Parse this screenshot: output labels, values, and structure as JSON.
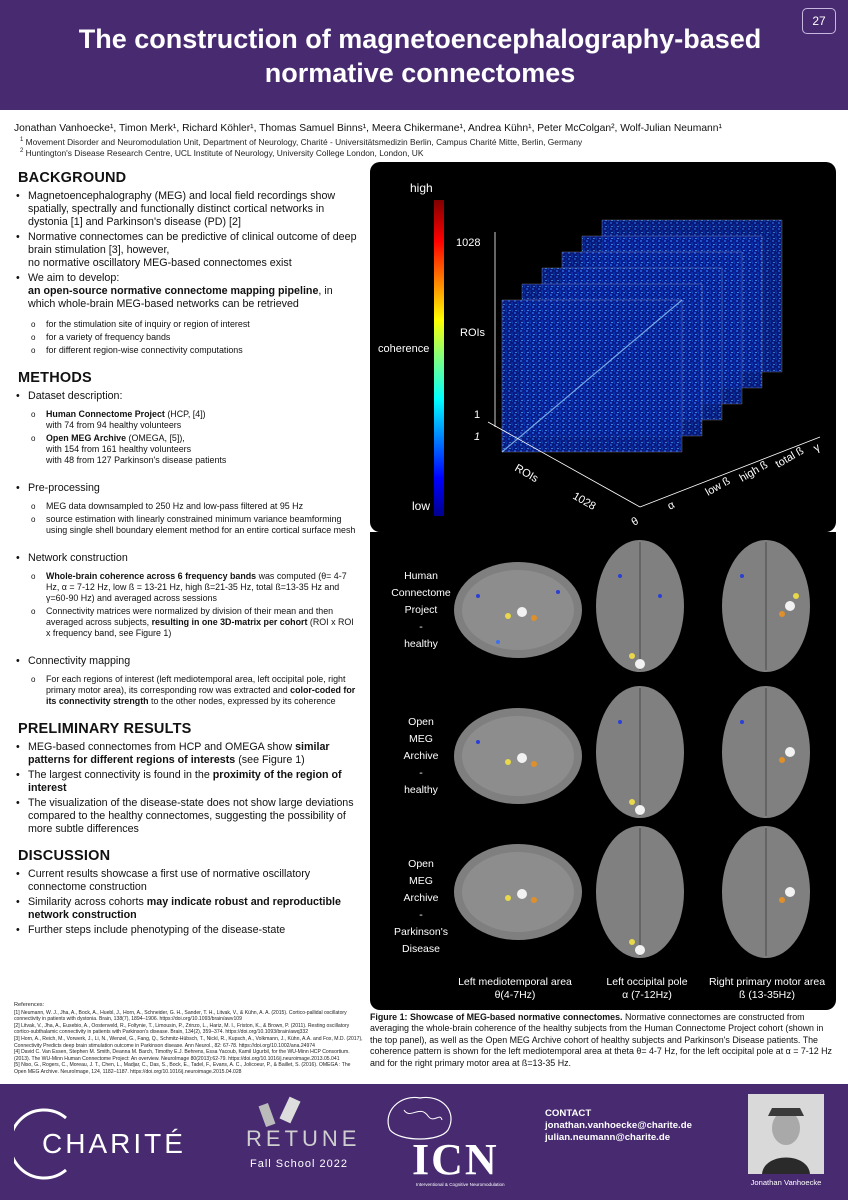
{
  "header": {
    "title": "The construction of magnetoencephalography-based normative connectomes",
    "number": "27"
  },
  "authors": {
    "line": "Jonathan Vanhoecke¹, Timon Merk¹, Richard Köhler¹, Thomas Samuel Binns¹, Meera Chikermane¹, Andrea Kühn¹, Peter McColgan², Wolf-Julian Neumann¹",
    "affiliations": [
      {
        "num": "1",
        "text": "Movement Disorder and Neuromodulation Unit, Department of Neurology, Charité - Universitätsmedizin Berlin, Campus Charité Mitte, Berlin, Germany"
      },
      {
        "num": "2",
        "text": "Huntington's Disease Research Centre, UCL Institute of Neurology, University College London, London, UK"
      }
    ]
  },
  "background": {
    "title": "BACKGROUND",
    "b1": "Magnetoencephalography (MEG) and local field recordings show spatially, spectrally and functionally distinct cortical networks in dystonia [1] and Parkinson's disease (PD) [2]",
    "b2_a": "Normative connectomes can be predictive of clinical outcome of deep brain stimulation [3], however,",
    "b2_b": "no normative oscillatory MEG-based connectomes exist",
    "b3_a": "We aim to develop:",
    "b3_bold": "an open-source normative connectome mapping pipeline",
    "b3_c": ", in which whole-brain MEG-based networks can be retrieved",
    "subs": [
      "for the stimulation site of inquiry or region of interest",
      "for a variety of frequency bands",
      "for different region-wise connectivity computations"
    ]
  },
  "methods": {
    "title": "METHODS",
    "dataset_title": "Dataset description:",
    "hcp_bold": "Human Connectome Project",
    "hcp_rest": " (HCP, [4])",
    "hcp_line2": "with 74 from 94 healthy volunteers",
    "omega_bold": "Open MEG Archive",
    "omega_rest": " (OMEGA, [5]),",
    "omega_line2": "with 154 from 161 healthy volunteers",
    "omega_line3": "with 48 from 127 Parkinson's disease patients",
    "pre_title": "Pre-processing",
    "pre_subs": [
      "MEG data downsampled to 250 Hz and low-pass filtered at 95 Hz",
      "source estimation with linearly constrained minimum variance beamforming using single shell boundary element method for an entire cortical surface mesh"
    ],
    "net_title": "Network construction",
    "net_s1_bold": "Whole-brain coherence across 6 frequency bands",
    "net_s1_rest": " was computed (θ= 4-7 Hz, α = 7-12 Hz, low ß = 13-21 Hz, high ß=21-35 Hz, total ß=13-35 Hz and γ=60-90 Hz) and averaged across sessions",
    "net_s2_a": "Connectivity matrices were normalized by division of their mean and then averaged across subjects, ",
    "net_s2_bold": "resulting in one 3D-matrix per cohort",
    "net_s2_c": " (ROI x ROI x frequency band, see Figure 1)",
    "map_title": "Connectivity mapping",
    "map_s1_a": "For each regions of interest (left mediotemporal area, left occipital pole, right primary motor area), its corresponding row was extracted and ",
    "map_s1_bold": "color-coded for its connectivity strength",
    "map_s1_c": " to the other nodes, expressed by its coherence"
  },
  "results": {
    "title": "PRELIMINARY RESULTS",
    "b1_a": "MEG-based connectomes from HCP and OMEGA show ",
    "b1_bold": "similar patterns for different regions of interests",
    "b1_c": " (see Figure 1)",
    "b2_a": "The largest connectivity is found in the ",
    "b2_bold": "proximity of the region of interest",
    "b3": "The visualization of the disease-state does not show large deviations compared to the healthy connectomes, suggesting the possibility of more subtle differences"
  },
  "discussion": {
    "title": "DISCUSSION",
    "b1": "Current results showcase a first use of normative oscillatory connectome construction",
    "b2_a": "Similarity across cohorts ",
    "b2_bold": "may indicate robust and reproductible network construction",
    "b3": "Further steps include phenotyping of the disease-state"
  },
  "references": {
    "title": "References:",
    "items": [
      "[1] Neumann, W. J., Jha, A., Bock, A., Huebl, J., Horn, A., Schneider, G. H., Sander, T. H., Litvak, V., & Kühn, A. A. (2015). Cortico-pallidal oscillatory connectivity in patients with dystonia. Brain, 138(7), 1894–1906. https://doi.org/10.1093/brain/awv109",
      "[2] Litvak, V., Jha, A., Eusebio, A., Oostenveld, R., Foltynie, T., Limousin, P., Zrinzo, L., Hariz, M. I., Friston, K., & Brown, P. (2011). Resting oscillatory cortico-subthalamic connectivity in patients with Parkinson's disease. Brain, 134(2), 359–374. https://doi.org/10.1093/brain/awq332",
      "[3] Horn, A., Reich, M., Vorwerk, J., Li, N., Wenzel, G., Fang, Q., Schmitz-Hübsch, T., Nickl, R., Kupsch, A., Volkmann, J., Kühn, A.A. and Fox, M.D. (2017), Connectivity Predicts deep brain stimulation outcome in Parkinson disease. Ann Neurol., 82: 67-78. https://doi.org/10.1002/ana.24974",
      "[4] David C. Van Essen, Stephen M. Smith, Deanna M. Barch, Timothy E.J. Behrens, Essa Yacoub, Kamil Ugurbil, for the WU-Minn HCP Consortium. (2013). The WU-Minn Human Connectome Project: An overview. NeuroImage 80(2013):62-79. https://doi.org/10.1016/j.neuroimage.2013.05.041",
      "[5] Niso, G., Rogers, C., Moreau, J. T., Chen, L., Madjar, C., Das, S., Bock, E., Tadel, F., Evans, A. C., Jolicoeur, P., & Baillet, S. (2016). OMEGA : The Open MEG Archive. NeuroImage, 124, 1182–1187. https://doi.org/10.1016/j.neuroimage.2015.04.028"
    ]
  },
  "figure": {
    "colorbar_high": "high",
    "colorbar_low": "low",
    "colorbar_label": "coherence",
    "y_label": "ROIs",
    "y_top": "1028",
    "y_bottom_1": "1",
    "y_bottom_2": "1",
    "x_label": "ROIs",
    "x_end": "1028",
    "bands": [
      "θ",
      "α",
      "low ß",
      "high ß",
      "total ß",
      "γ"
    ],
    "rows": [
      [
        "Human",
        "Connectome",
        "Project",
        "-",
        "healthy"
      ],
      [
        "Open",
        "MEG",
        "Archive",
        "-",
        "healthy"
      ],
      [
        "Open",
        "MEG",
        "Archive",
        "-",
        "Parkinson's",
        "Disease"
      ]
    ],
    "columns": [
      [
        "Left mediotemporal area",
        "θ(4-7Hz)"
      ],
      [
        "Left occipital pole",
        "α (7-12Hz)"
      ],
      [
        "Right primary motor area",
        "ß (13-35Hz)"
      ]
    ],
    "caption_bold": "Figure 1: Showcase of MEG-based normative connectomes.",
    "caption_rest": " Normative connectomes are constructed from averaging the whole-brain coherence of the healthy subjects from the Human Connectome Project cohort (shown in the top panel), as well as the Open MEG Archive cohort of healthy subjects and Parkinson's Disease patients. The coherence pattern is shown for the left mediotemporal area at theta θ= 4-7 Hz, for the left occipital pole at α = 7-12 Hz and for the right primary motor area at ß=13-35 Hz."
  },
  "footer": {
    "charite": "CHARITÉ",
    "retune_a": "RE",
    "retune_b": "TUNE",
    "school": "Fall School 2022",
    "icn": "ICN",
    "icn_sub": "Interventional & Cognitive Neuromodulation",
    "contact_title": "CONTACT",
    "contact_emails": [
      "jonathan.vanhoecke@charite.de",
      "julian.neumann@charite.de"
    ],
    "photo_name": "Jonathan Vanhoecke"
  }
}
